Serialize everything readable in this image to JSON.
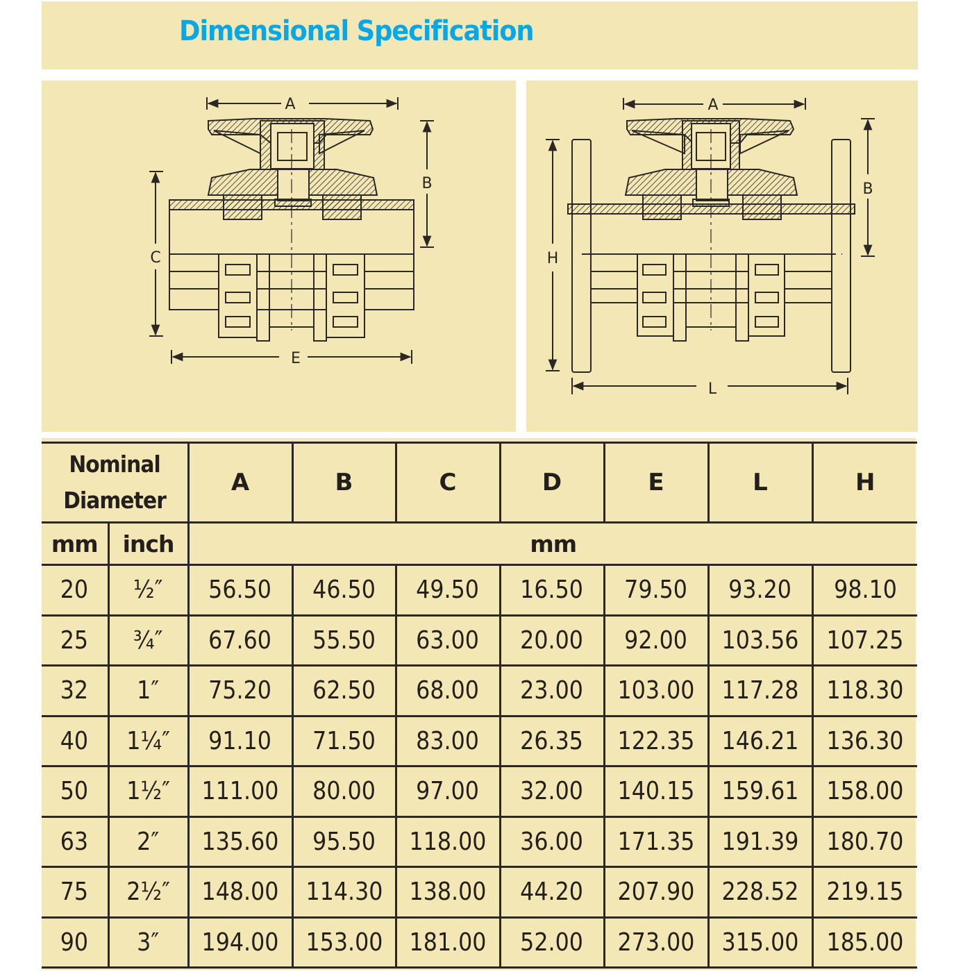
{
  "title": "Dimensional Specification",
  "colors": {
    "background": "#f3e8b5",
    "title": "#0aa7e6",
    "lines": "#2b2724",
    "text": "#231f1c"
  },
  "diagrams": {
    "left": {
      "description": "Ball valve section view with socket ends",
      "labels": {
        "a": "A",
        "b": "B",
        "c": "C",
        "e": "E"
      }
    },
    "right": {
      "description": "Ball valve section view with flanged ends",
      "labels": {
        "a": "A",
        "b": "B",
        "h": "H",
        "l": "L"
      }
    }
  },
  "table": {
    "header": {
      "nominal_line1": "Nominal",
      "nominal_line2": "Diameter",
      "columns": [
        "A",
        "B",
        "C",
        "D",
        "E",
        "L",
        "H"
      ],
      "sub_mm": "mm",
      "sub_inch": "inch",
      "unit": "mm"
    },
    "rows": [
      {
        "mm": "20",
        "inch": "½″",
        "values": [
          "56.50",
          "46.50",
          "49.50",
          "16.50",
          "79.50",
          "93.20",
          "98.10"
        ]
      },
      {
        "mm": "25",
        "inch": "¾″",
        "values": [
          "67.60",
          "55.50",
          "63.00",
          "20.00",
          "92.00",
          "103.56",
          "107.25"
        ]
      },
      {
        "mm": "32",
        "inch": "1″",
        "values": [
          "75.20",
          "62.50",
          "68.00",
          "23.00",
          "103.00",
          "117.28",
          "118.30"
        ]
      },
      {
        "mm": "40",
        "inch": "1¼″",
        "values": [
          "91.10",
          "71.50",
          "83.00",
          "26.35",
          "122.35",
          "146.21",
          "136.30"
        ]
      },
      {
        "mm": "50",
        "inch": "1½″",
        "values": [
          "111.00",
          "80.00",
          "97.00",
          "32.00",
          "140.15",
          "159.61",
          "158.00"
        ]
      },
      {
        "mm": "63",
        "inch": "2″",
        "values": [
          "135.60",
          "95.50",
          "118.00",
          "36.00",
          "171.35",
          "191.39",
          "180.70"
        ]
      },
      {
        "mm": "75",
        "inch": "2½″",
        "values": [
          "148.00",
          "114.30",
          "138.00",
          "44.20",
          "207.90",
          "228.52",
          "219.15"
        ]
      },
      {
        "mm": "90",
        "inch": "3″",
        "values": [
          "194.00",
          "153.00",
          "181.00",
          "52.00",
          "273.00",
          "315.00",
          "185.00"
        ]
      }
    ]
  }
}
